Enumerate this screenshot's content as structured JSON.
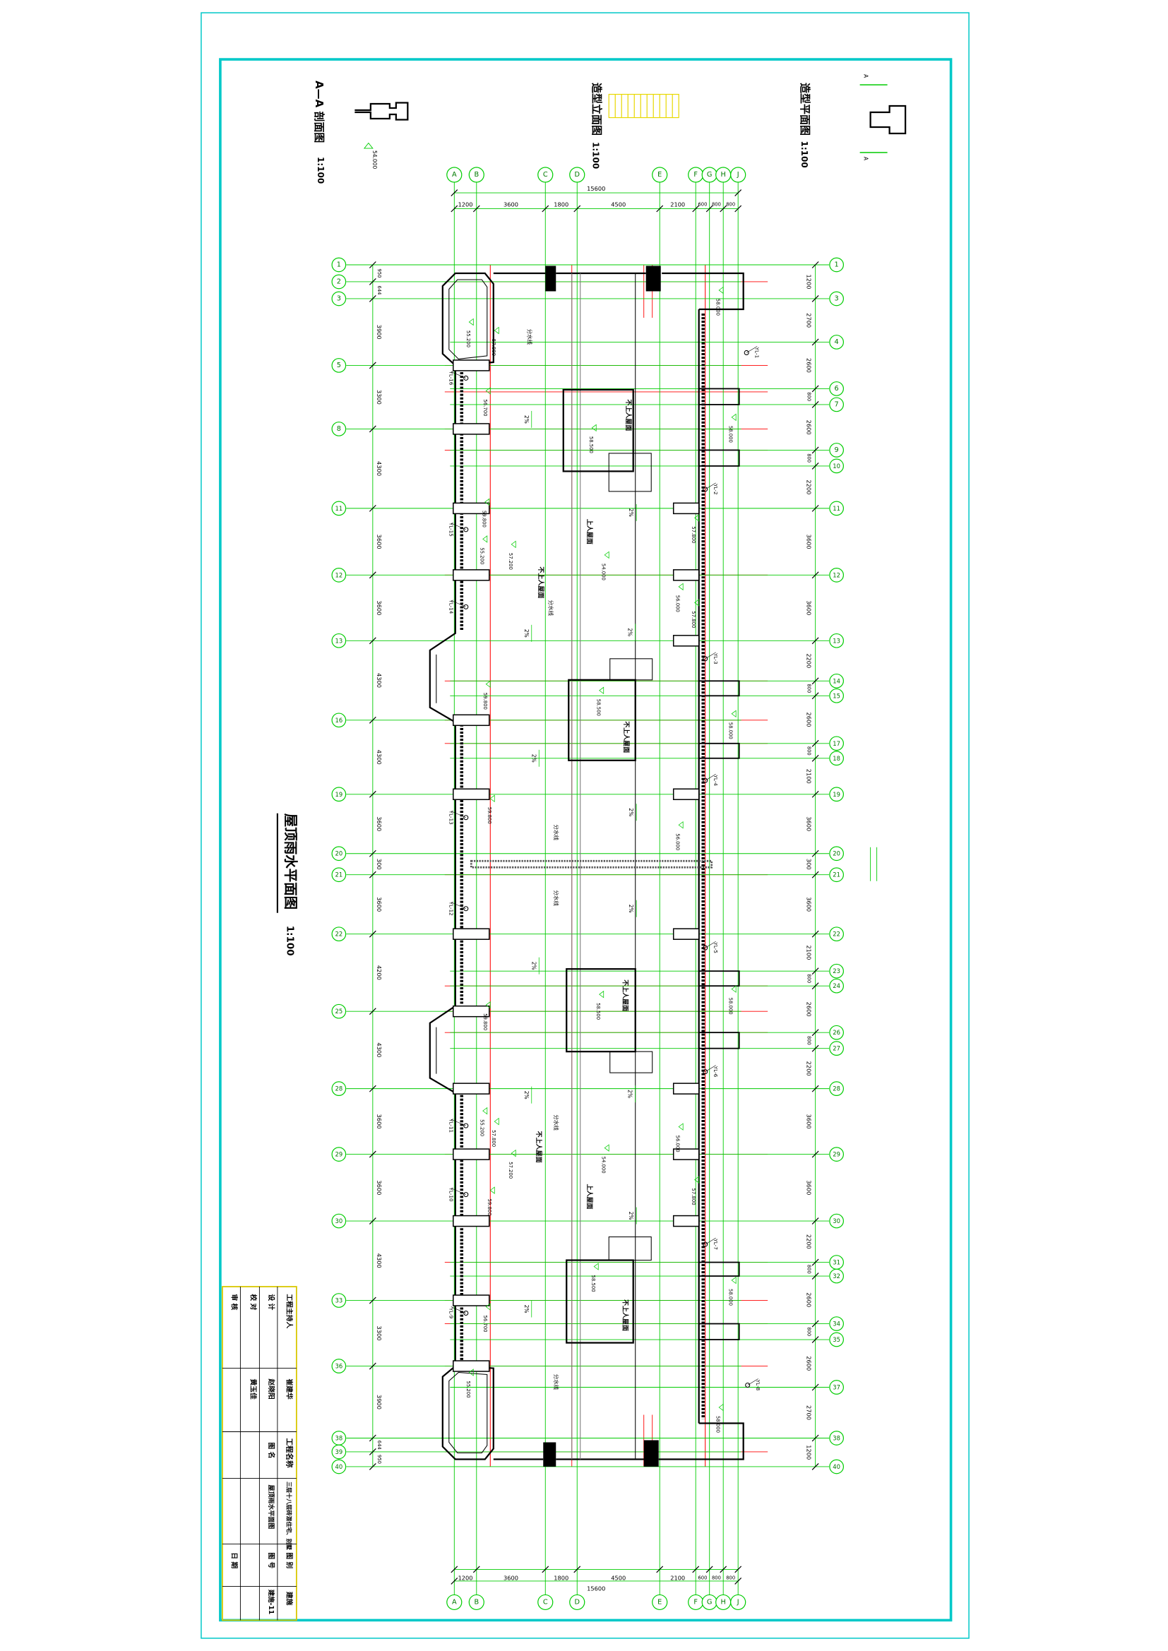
{
  "colors": {
    "frame": "#00c8c8",
    "grid": "#00cc00",
    "grid_text": "#007a00",
    "red": "#ff0000",
    "wall": "#000000",
    "yellow": "#e8d800",
    "title_block": "#d8c800"
  },
  "views": {
    "section": {
      "title": "A—A 剖面图",
      "scale": "1:100",
      "elevation": "54.000"
    },
    "facade": {
      "title": "造型立面图",
      "scale": "1:100"
    },
    "plan": {
      "title": "造型平面图",
      "scale": "1:100",
      "cut_mark": "A"
    },
    "main": {
      "title": "屋顶雨水平面图",
      "scale": "1:100"
    }
  },
  "grid": {
    "rows": [
      "1",
      "2",
      "3",
      "4",
      "5",
      "6",
      "7",
      "8",
      "9",
      "10",
      "11",
      "12",
      "13",
      "14",
      "15",
      "16",
      "17",
      "18",
      "19",
      "20",
      "21",
      "22",
      "23",
      "24",
      "25",
      "26",
      "27",
      "28",
      "29",
      "30",
      "31",
      "32",
      "33",
      "34",
      "35",
      "36",
      "37",
      "38",
      "39",
      "40"
    ],
    "cols": [
      "A",
      "B",
      "C",
      "D",
      "E",
      "F",
      "G",
      "H",
      "J"
    ]
  },
  "dimensions": {
    "top": [
      "1200",
      "3600",
      "1800",
      "4500",
      "2100",
      "600",
      "800",
      "800"
    ],
    "overall": "15600",
    "left": [
      "950",
      "644",
      "3900",
      "3300",
      "4300",
      "3600",
      "3600",
      "4300",
      "4300",
      "3600",
      "300",
      "3600",
      "4200",
      "4300",
      "3600",
      "3600",
      "4300",
      "3300",
      "3900",
      "644",
      "950"
    ],
    "right": [
      "1200",
      "2700",
      "2600",
      "800",
      "2600",
      "800",
      "2200",
      "3600",
      "3600",
      "2200",
      "800",
      "2600",
      "800",
      "2100",
      "3600",
      "300",
      "3600",
      "2100",
      "800",
      "2600",
      "800",
      "2200",
      "3600",
      "3600",
      "2200",
      "800",
      "2600",
      "800",
      "2600",
      "2700",
      "1200"
    ]
  },
  "annotations": {
    "unaccessible_roof": "不上人屋面",
    "accessible_roof": "上人屋面",
    "slope": "2%",
    "ridge": "分水线",
    "elevations": [
      "58.500",
      "54.000",
      "59.800",
      "56.700",
      "55.200",
      "57.800",
      "57.200",
      "58.000",
      "56.000"
    ],
    "downpipes": [
      "YL-1",
      "YL-2",
      "YL-3",
      "YL-4",
      "YL-5",
      "YL-6",
      "YL-7",
      "YL-8",
      "YL-9",
      "YL-10",
      "YL-11",
      "YL-12",
      "YL-13",
      "YL-14",
      "YL-15",
      "YL-16"
    ]
  },
  "title_block": {
    "roles": [
      "工程主持人",
      "设 计",
      "校 对",
      "审 核"
    ],
    "names": [
      "崔建华",
      "赵晓阳",
      "黄玉佳"
    ],
    "project_label": "工程名称",
    "drawing_label": "图 名",
    "project_name": "三层十八层砖混住宅、别墅",
    "drawing_name": "屋顶雨水平面图",
    "category_label": "图 别",
    "number_label": "图 号",
    "date_label": "日 期",
    "category": "建施",
    "number": "建施-11"
  }
}
